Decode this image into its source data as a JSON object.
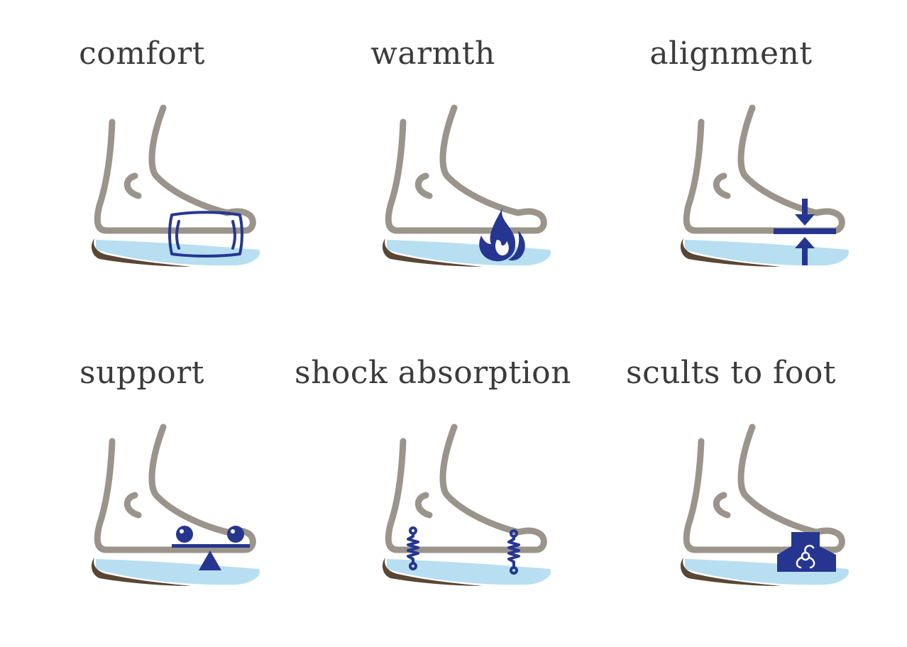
{
  "cells": [
    {
      "label": "comfort",
      "icon": "pillow-icon"
    },
    {
      "label": "warmth",
      "icon": "flame-icon"
    },
    {
      "label": "alignment",
      "icon": "compress-arrows-icon"
    },
    {
      "label": "support",
      "icon": "balance-icon"
    },
    {
      "label": "shock absorption",
      "icon": "spring-icon"
    },
    {
      "label": "scults to foot",
      "icon": "mold-icon"
    }
  ],
  "colors": {
    "foot_outline": "#9a948b",
    "insole": "#b7dff1",
    "sole": "#5a4634",
    "accent": "#263690",
    "text": "#3b3b3b"
  }
}
